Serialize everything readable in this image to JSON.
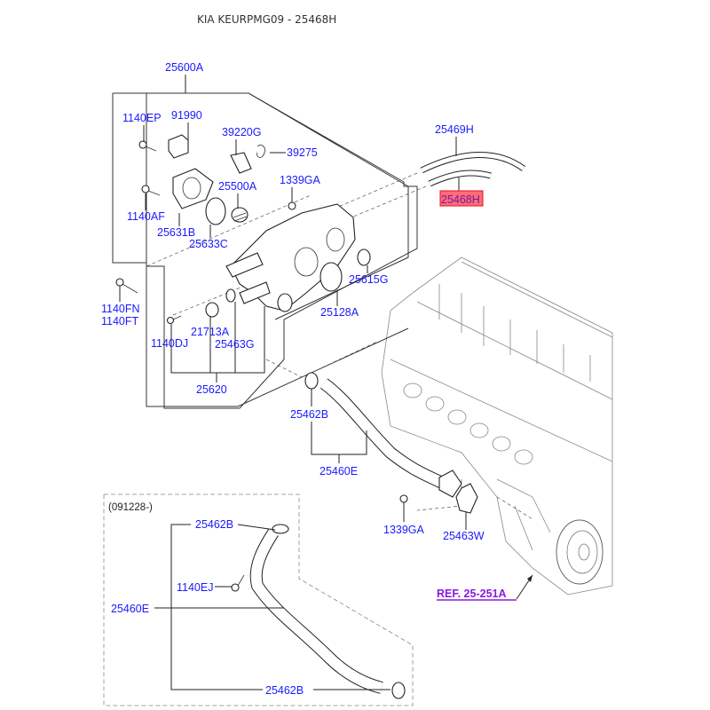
{
  "title": "KIA KEURPMG09 - 25468H",
  "variant_label": "(091228-)",
  "reference": "REF. 25-251A",
  "selected_part": "25468H",
  "colors": {
    "label": "#1a1aff",
    "reference": "#8a1ae0",
    "highlight_fill": "#ff6b78",
    "highlight_border": "#e01020",
    "highlight_text": "#7a1a9a"
  },
  "labels": {
    "p25600A": "25600A",
    "p1140EP": "1140EP",
    "p91990": "91990",
    "p39220G": "39220G",
    "p39275": "39275",
    "p25500A": "25500A",
    "p1339GA_top": "1339GA",
    "p1140AF": "1140AF",
    "p25631B": "25631B",
    "p25633C": "25633C",
    "p25615G": "25615G",
    "p1140FN": "1140FN",
    "p1140FT": "1140FT",
    "p25128A": "25128A",
    "p21713A": "21713A",
    "p1140DJ": "1140DJ",
    "p25463G": "25463G",
    "p25620": "25620",
    "p25469H": "25469H",
    "p25468H": "25468H",
    "p25462B_mid": "25462B",
    "p25460E_mid": "25460E",
    "p1339GA_bottom": "1339GA",
    "p25463W": "25463W",
    "p25462B_box_top": "25462B",
    "p1140EJ": "1140EJ",
    "p25460E_box": "25460E",
    "p25462B_box_bottom": "25462B"
  }
}
